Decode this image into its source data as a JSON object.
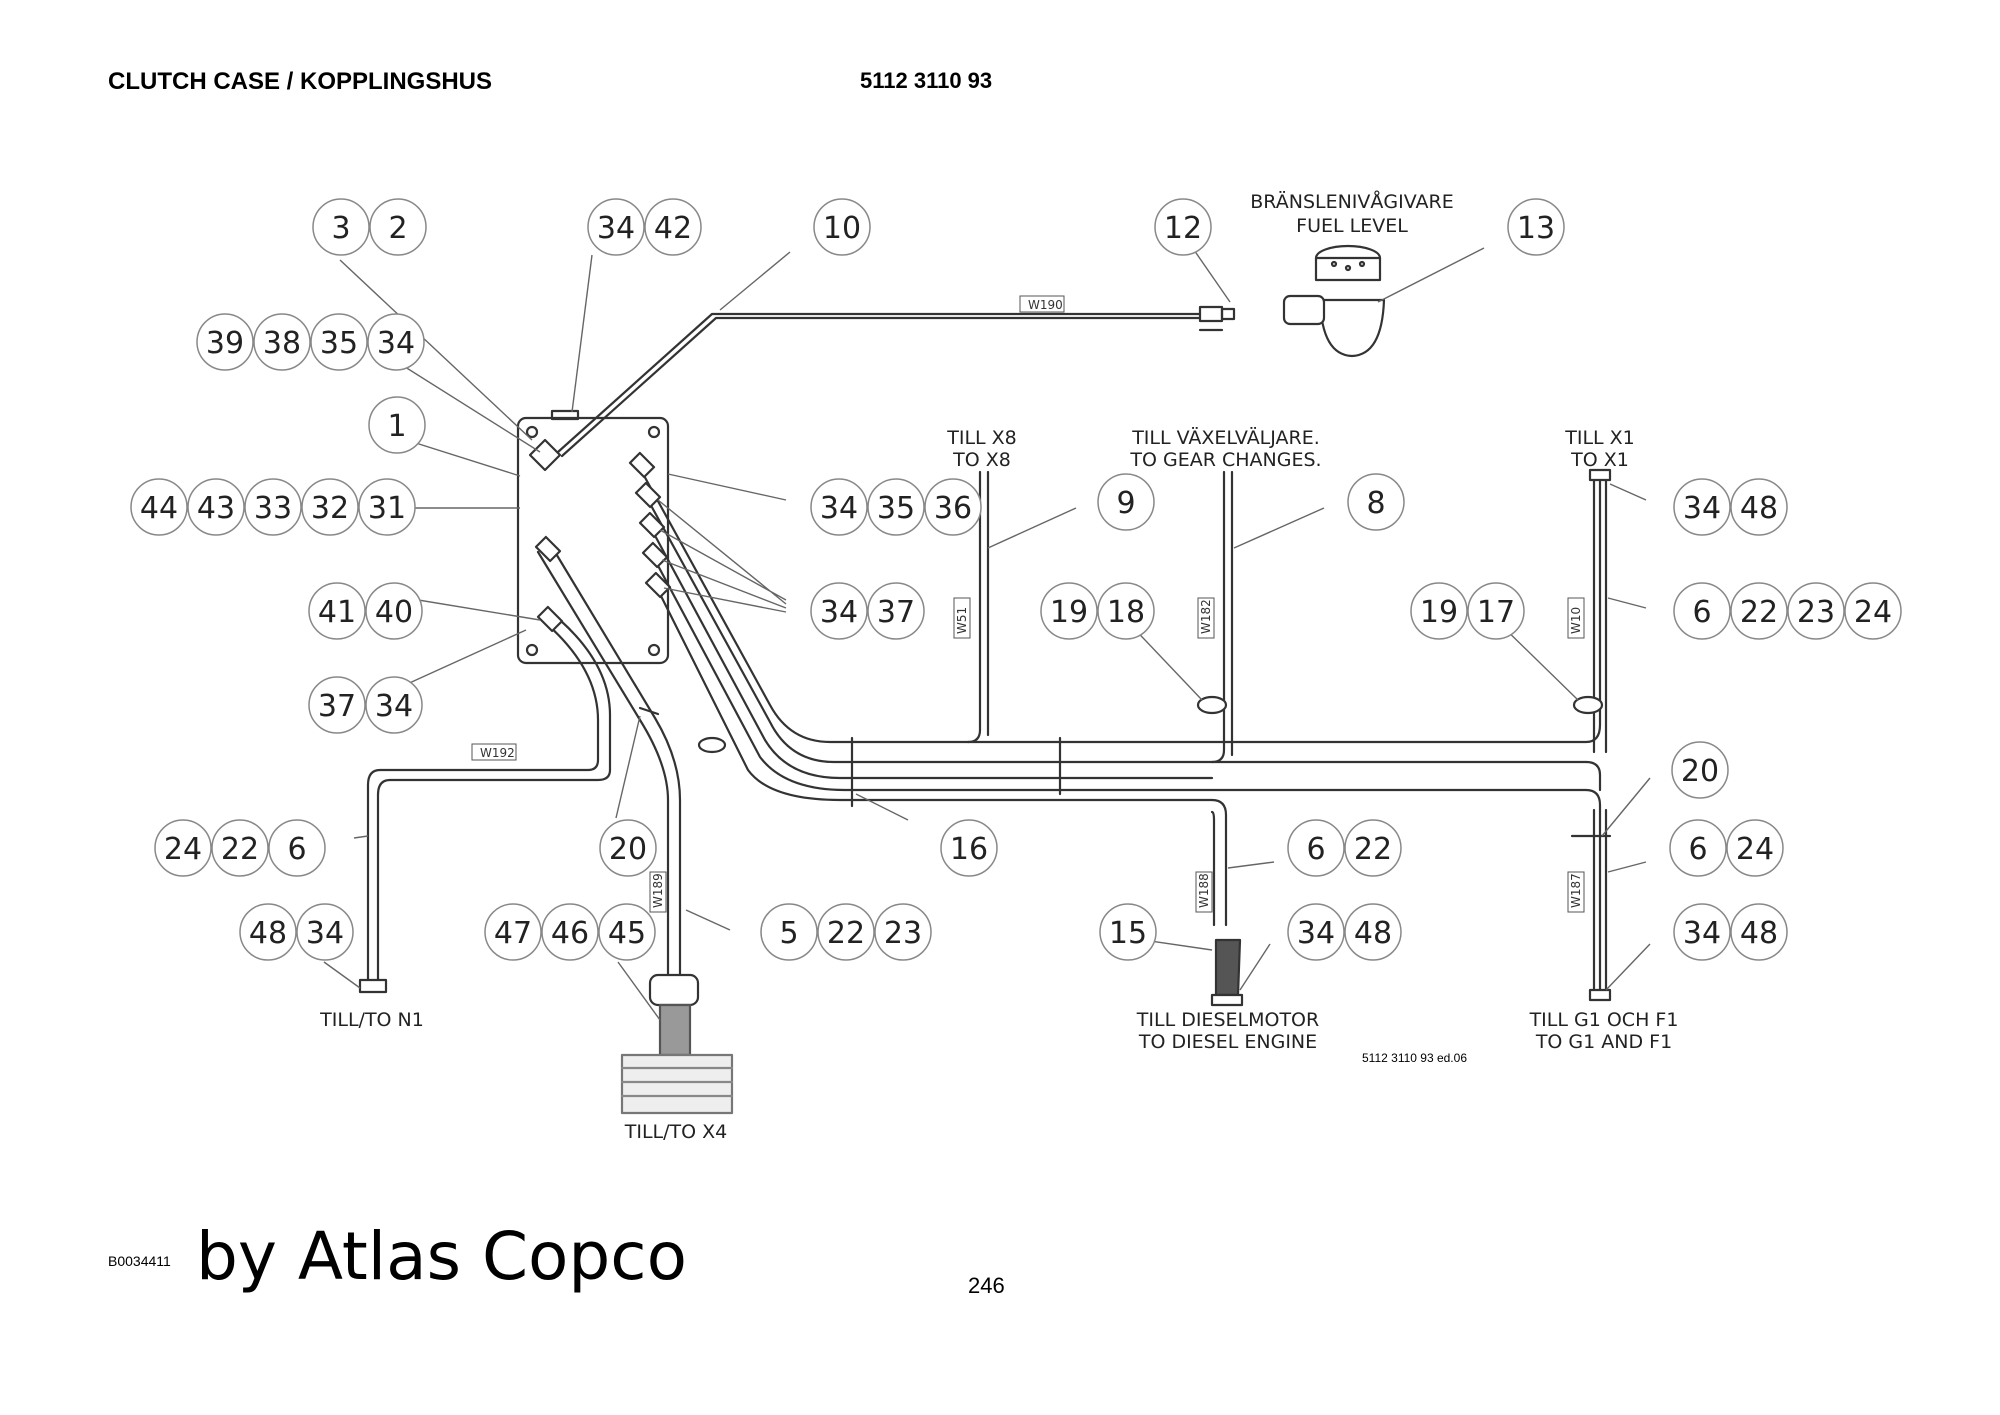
{
  "header": {
    "title": "CLUTCH CASE / KOPPLINGSHUS",
    "part_number": "5112 3110 93"
  },
  "footer": {
    "doc_code": "B0034411",
    "brand": "by Atlas Copco",
    "page": "246"
  },
  "drawing": {
    "drawing_ref": "5112 3110 93 ed.06",
    "labels": {
      "fuel_level_sv": "BRÄNSLENIVÅGIVARE",
      "fuel_level_en": "FUEL LEVEL",
      "x8_sv": "TILL X8",
      "x8_en": "TO X8",
      "gear_sv": "TILL VÄXELVÄLJARE.",
      "gear_en": "TO GEAR CHANGES.",
      "x1_sv": "TILL X1",
      "x1_en": "TO X1",
      "n1": "TILL/TO N1",
      "x4": "TILL/TO X4",
      "diesel_sv": "TILL DIESELMOTOR",
      "diesel_en": "TO DIESEL ENGINE",
      "g1_sv": "TILL G1 OCH F1",
      "g1_en": "TO G1 AND F1"
    },
    "wire_labels": [
      "W190",
      "W51",
      "W182",
      "W10",
      "W192",
      "W189",
      "W188",
      "W187"
    ],
    "balloon_groups": [
      [
        "3",
        "2"
      ],
      [
        "34",
        "42"
      ],
      [
        "10"
      ],
      [
        "12"
      ],
      [
        "13"
      ],
      [
        "39",
        "38",
        "35",
        "34"
      ],
      [
        "1"
      ],
      [
        "44",
        "43",
        "33",
        "32",
        "31"
      ],
      [
        "34",
        "35",
        "36"
      ],
      [
        "9"
      ],
      [
        "8"
      ],
      [
        "34",
        "48"
      ],
      [
        "41",
        "40"
      ],
      [
        "34",
        "37"
      ],
      [
        "19",
        "18"
      ],
      [
        "19",
        "17"
      ],
      [
        "6",
        "22",
        "23",
        "24"
      ],
      [
        "37",
        "34"
      ],
      [
        "20"
      ],
      [
        "24",
        "22",
        "6"
      ],
      [
        "20"
      ],
      [
        "16"
      ],
      [
        "6",
        "22"
      ],
      [
        "6",
        "24"
      ],
      [
        "48",
        "34"
      ],
      [
        "47",
        "46",
        "45"
      ],
      [
        "5",
        "22",
        "23"
      ],
      [
        "15"
      ],
      [
        "34",
        "48"
      ],
      [
        "34",
        "48"
      ]
    ]
  }
}
